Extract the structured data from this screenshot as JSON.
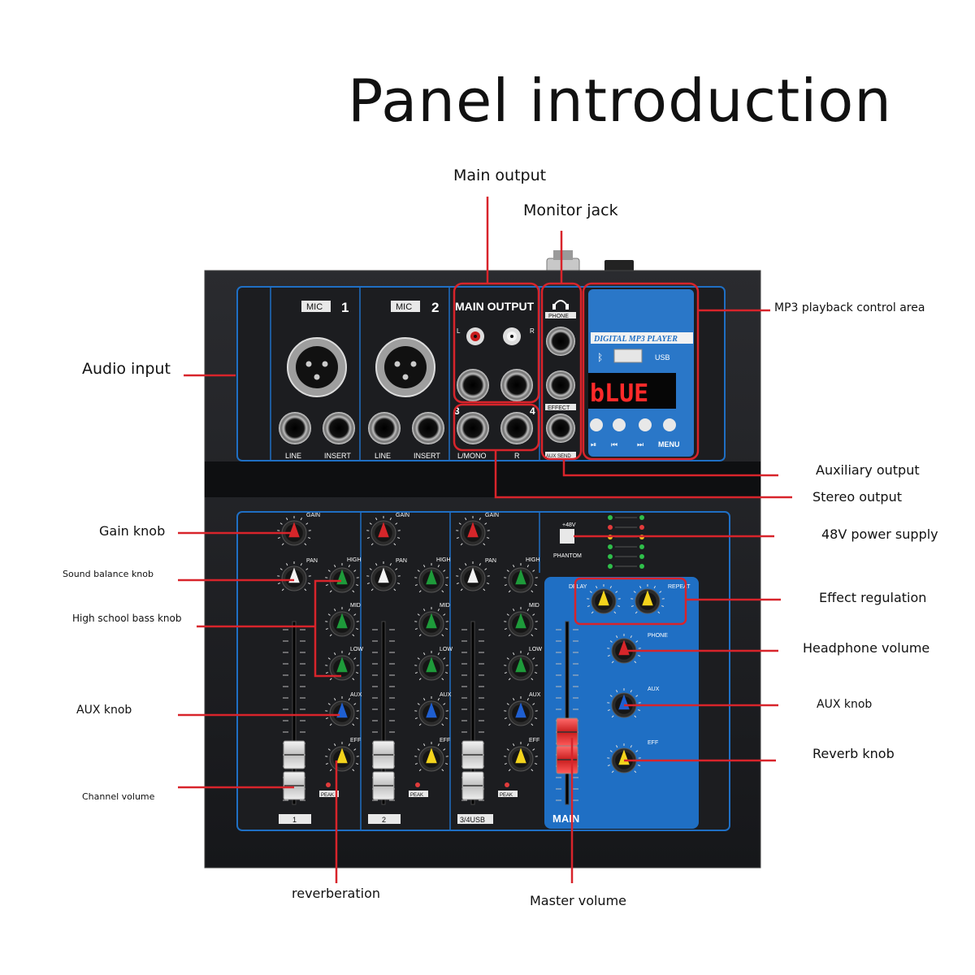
{
  "title": "Panel introduction",
  "callouts": {
    "main_output": "Main output",
    "monitor_jack": "Monitor jack",
    "mp3_area": "MP3 playback control area",
    "audio_input": "Audio input",
    "auxiliary_output": "Auxiliary output",
    "stereo_output": "Stereo output",
    "gain_knob": "Gain knob",
    "power_48v": "48V power supply",
    "sound_balance": "Sound balance knob",
    "effect_regulation": "Effect regulation",
    "high_bass": "High school bass knob",
    "headphone_volume": "Headphone volume",
    "aux_knob_left": "AUX knob",
    "aux_knob_right": "AUX knob",
    "reverb_knob": "Reverb knob",
    "channel_volume": "Channel volume",
    "reverberation": "reverberation",
    "master_volume": "Master volume"
  },
  "panel": {
    "mic_tag": "MIC",
    "ch1_num": "1",
    "ch2_num": "2",
    "main_output": "MAIN OUTPUT",
    "line": "LINE",
    "insert": "INSERT",
    "l_mono": "L/MONO",
    "r": "R",
    "l": "L",
    "num3": "3",
    "num4": "4",
    "phone": "PHONE",
    "effect": "EFFECT",
    "aux_send": "AUX SEND",
    "mp3_player": "DIGITAL MP3 PLAYER",
    "usb": "USB",
    "display": "bLUE",
    "menu": "MENU",
    "gain": "GAIN",
    "pan": "PAN",
    "high": "HIGH",
    "mid": "MID",
    "low": "LOW",
    "aux": "AUX",
    "eff": "EFF",
    "peak": "PEAK",
    "phantom": "PHANTOM",
    "v48": "+48V",
    "delay": "DELAY",
    "repeat": "REPEAT",
    "main": "MAIN",
    "strip1": "1",
    "strip2": "2",
    "strip3": "3/4USB"
  },
  "colors": {
    "panel_black": "#1a1b1e",
    "blue": "#1f6fc4",
    "callout_red": "#d8242b",
    "knob_red": "#d6262a",
    "knob_green": "#1e9a3a",
    "knob_blue": "#1f5fd0",
    "knob_yellow": "#f3d31c",
    "knob_white": "#f2f2f2"
  }
}
